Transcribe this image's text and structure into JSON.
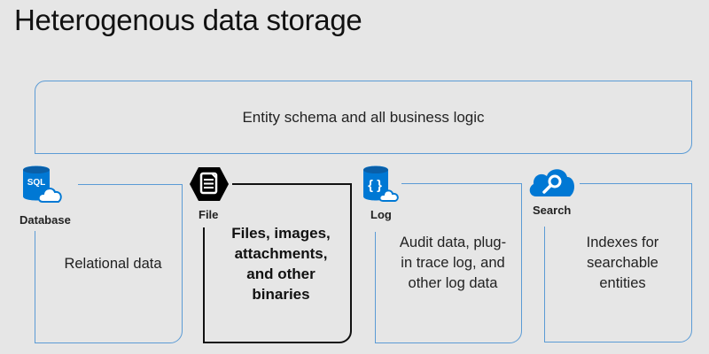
{
  "title": "Heterogenous data storage",
  "top_box": {
    "text": "Entity schema and all business logic"
  },
  "stores": [
    {
      "label": "Database",
      "icon": "sql-database-icon",
      "text": "Relational data"
    },
    {
      "label": "File",
      "icon": "file-icon",
      "text": "Files, images, attachments, and other binaries"
    },
    {
      "label": "Log",
      "icon": "log-database-icon",
      "text": "Audit data, plug-in trace log, and other log data"
    },
    {
      "label": "Search",
      "icon": "search-cloud-icon",
      "text": "Indexes for searchable entities"
    }
  ],
  "colors": {
    "accent": "#0078d4",
    "border": "#5b9bd5",
    "highlight_border": "#111111",
    "background": "#e6e6e6"
  }
}
